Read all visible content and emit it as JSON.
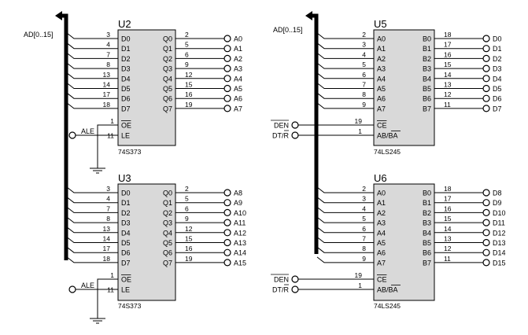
{
  "bus_labels": [
    "AD[0..15]",
    "AD[0..15]"
  ],
  "chips": [
    {
      "ref": "U2",
      "part": "74S373",
      "left_pins": [
        {
          "name": "D0",
          "num": "3"
        },
        {
          "name": "D1",
          "num": "4"
        },
        {
          "name": "D2",
          "num": "7"
        },
        {
          "name": "D3",
          "num": "8"
        },
        {
          "name": "D4",
          "num": "13"
        },
        {
          "name": "D5",
          "num": "14"
        },
        {
          "name": "D6",
          "num": "17"
        },
        {
          "name": "D7",
          "num": "18"
        }
      ],
      "right_pins": [
        {
          "name": "Q0",
          "num": "2",
          "net": "A0"
        },
        {
          "name": "Q1",
          "num": "5",
          "net": "A1"
        },
        {
          "name": "Q2",
          "num": "6",
          "net": "A2"
        },
        {
          "name": "Q3",
          "num": "9",
          "net": "A3"
        },
        {
          "name": "Q4",
          "num": "12",
          "net": "A4"
        },
        {
          "name": "Q5",
          "num": "15",
          "net": "A5"
        },
        {
          "name": "Q6",
          "num": "16",
          "net": "A6"
        },
        {
          "name": "Q7",
          "num": "19",
          "net": "A7"
        }
      ],
      "ctrl": [
        {
          "name": "OE",
          "num": "1",
          "overline": true
        },
        {
          "name": "LE",
          "num": "11",
          "overline": false
        }
      ],
      "ctrl_nets": [
        "",
        "ALE"
      ]
    },
    {
      "ref": "U3",
      "part": "74S373",
      "left_pins": [
        {
          "name": "D0",
          "num": "3"
        },
        {
          "name": "D1",
          "num": "4"
        },
        {
          "name": "D2",
          "num": "7"
        },
        {
          "name": "D3",
          "num": "8"
        },
        {
          "name": "D4",
          "num": "13"
        },
        {
          "name": "D5",
          "num": "14"
        },
        {
          "name": "D6",
          "num": "17"
        },
        {
          "name": "D7",
          "num": "18"
        }
      ],
      "right_pins": [
        {
          "name": "Q0",
          "num": "2",
          "net": "A8"
        },
        {
          "name": "Q1",
          "num": "5",
          "net": "A9"
        },
        {
          "name": "Q2",
          "num": "6",
          "net": "A10"
        },
        {
          "name": "Q3",
          "num": "9",
          "net": "A11"
        },
        {
          "name": "Q4",
          "num": "12",
          "net": "A12"
        },
        {
          "name": "Q5",
          "num": "15",
          "net": "A13"
        },
        {
          "name": "Q6",
          "num": "16",
          "net": "A14"
        },
        {
          "name": "Q7",
          "num": "19",
          "net": "A15"
        }
      ],
      "ctrl": [
        {
          "name": "OE",
          "num": "1",
          "overline": true
        },
        {
          "name": "LE",
          "num": "11",
          "overline": false
        }
      ],
      "ctrl_nets": [
        "",
        "ALE"
      ]
    },
    {
      "ref": "U5",
      "part": "74LS245",
      "left_pins": [
        {
          "name": "A0",
          "num": "2"
        },
        {
          "name": "A1",
          "num": "3"
        },
        {
          "name": "A2",
          "num": "4"
        },
        {
          "name": "A3",
          "num": "5"
        },
        {
          "name": "A4",
          "num": "6"
        },
        {
          "name": "A5",
          "num": "7"
        },
        {
          "name": "A6",
          "num": "8"
        },
        {
          "name": "A7",
          "num": "9"
        }
      ],
      "right_pins": [
        {
          "name": "B0",
          "num": "18",
          "net": "D0"
        },
        {
          "name": "B1",
          "num": "17",
          "net": "D1"
        },
        {
          "name": "B2",
          "num": "16",
          "net": "D2"
        },
        {
          "name": "B3",
          "num": "15",
          "net": "D3"
        },
        {
          "name": "B4",
          "num": "14",
          "net": "D4"
        },
        {
          "name": "B5",
          "num": "13",
          "net": "D5"
        },
        {
          "name": "B6",
          "num": "12",
          "net": "D6"
        },
        {
          "name": "B7",
          "num": "11",
          "net": "D7"
        }
      ],
      "ctrl": [
        {
          "name": "CE",
          "num": "19",
          "overline": true
        },
        {
          "name": "AB/BA",
          "num": "1",
          "overline": false
        }
      ],
      "ctrl_nets": [
        "DEN",
        "DT/R"
      ]
    },
    {
      "ref": "U6",
      "part": "74LS245",
      "left_pins": [
        {
          "name": "A0",
          "num": "2"
        },
        {
          "name": "A1",
          "num": "3"
        },
        {
          "name": "A2",
          "num": "4"
        },
        {
          "name": "A3",
          "num": "5"
        },
        {
          "name": "A4",
          "num": "6"
        },
        {
          "name": "A5",
          "num": "7"
        },
        {
          "name": "A6",
          "num": "8"
        },
        {
          "name": "A7",
          "num": "9"
        }
      ],
      "right_pins": [
        {
          "name": "B0",
          "num": "18",
          "net": "D8"
        },
        {
          "name": "B1",
          "num": "17",
          "net": "D9"
        },
        {
          "name": "B2",
          "num": "16",
          "net": "D10"
        },
        {
          "name": "B3",
          "num": "15",
          "net": "D11"
        },
        {
          "name": "B4",
          "num": "14",
          "net": "D12"
        },
        {
          "name": "B5",
          "num": "13",
          "net": "D13"
        },
        {
          "name": "B6",
          "num": "12",
          "net": "D14"
        },
        {
          "name": "B7",
          "num": "11",
          "net": "D15"
        }
      ],
      "ctrl": [
        {
          "name": "CE",
          "num": "19",
          "overline": true
        },
        {
          "name": "AB/BA",
          "num": "1",
          "overline": false
        }
      ],
      "ctrl_nets": [
        "DEN",
        "DT/R"
      ]
    }
  ]
}
